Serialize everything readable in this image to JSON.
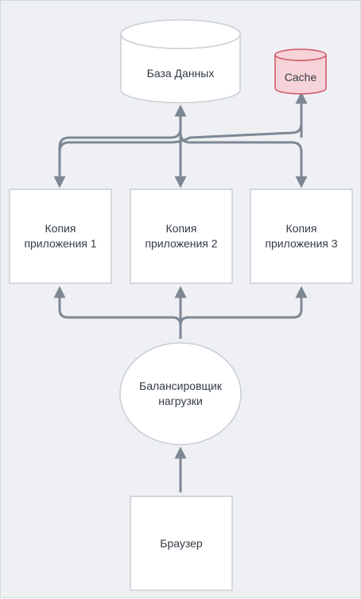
{
  "nodes": {
    "database": {
      "label": "База Данных"
    },
    "cache": {
      "label": "Cache"
    },
    "app1": {
      "label": "Копия\nприложения 1"
    },
    "app2": {
      "label": "Копия\nприложения 2"
    },
    "app3": {
      "label": "Копия\nприложения 3"
    },
    "balancer": {
      "label": "Балансировщик\nнагрузки"
    },
    "browser": {
      "label": "Браузер"
    }
  },
  "colors": {
    "background": "#eef0f3",
    "node_fill": "#ffffff",
    "node_stroke": "#c8ced6",
    "connector": "#7d8894",
    "cache_fill": "#f6d3d8",
    "cache_stroke": "#d05062"
  }
}
